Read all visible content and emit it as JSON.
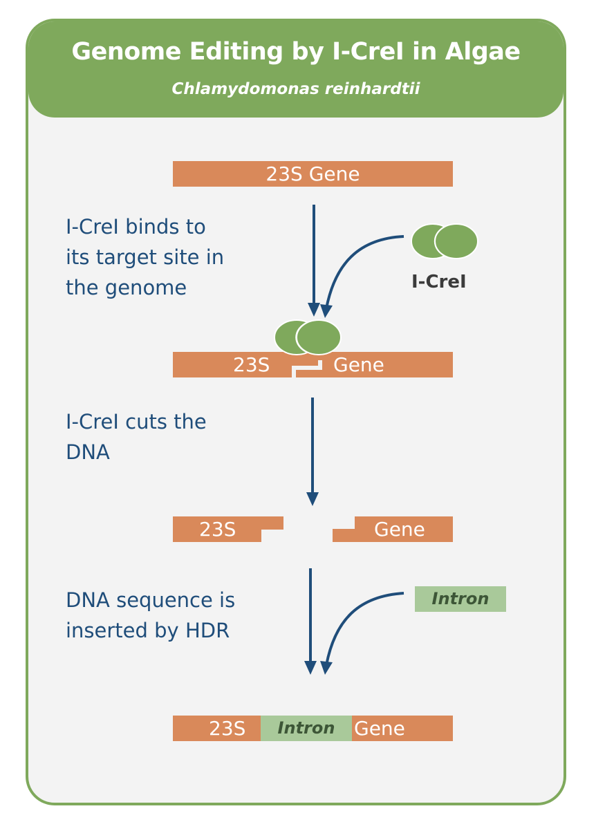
{
  "header": {
    "title": "Genome Editing by I-CreI in Algae",
    "subtitle": "Chlamydomonas reinhardtii"
  },
  "steps": [
    {
      "text_lines": [
        "I-CreI binds to",
        "its target site in",
        "the genome"
      ]
    },
    {
      "text_lines": [
        "I-CreI cuts the",
        "DNA"
      ]
    },
    {
      "text_lines": [
        "DNA sequence is",
        "inserted by HDR"
      ]
    }
  ],
  "enzyme_label": "I-CreI",
  "gene": {
    "full_label": "23S Gene",
    "left_part": "23S",
    "right_part": "Gene",
    "intron_label": "Intron"
  },
  "colors": {
    "frame_green": "#7fa95c",
    "enzyme_green": "#7fa95c",
    "gene_orange": "#d9895a",
    "intron_green": "#a9c99a",
    "arrow_blue": "#1f4d7a",
    "text_blue": "#1f4d7a"
  }
}
